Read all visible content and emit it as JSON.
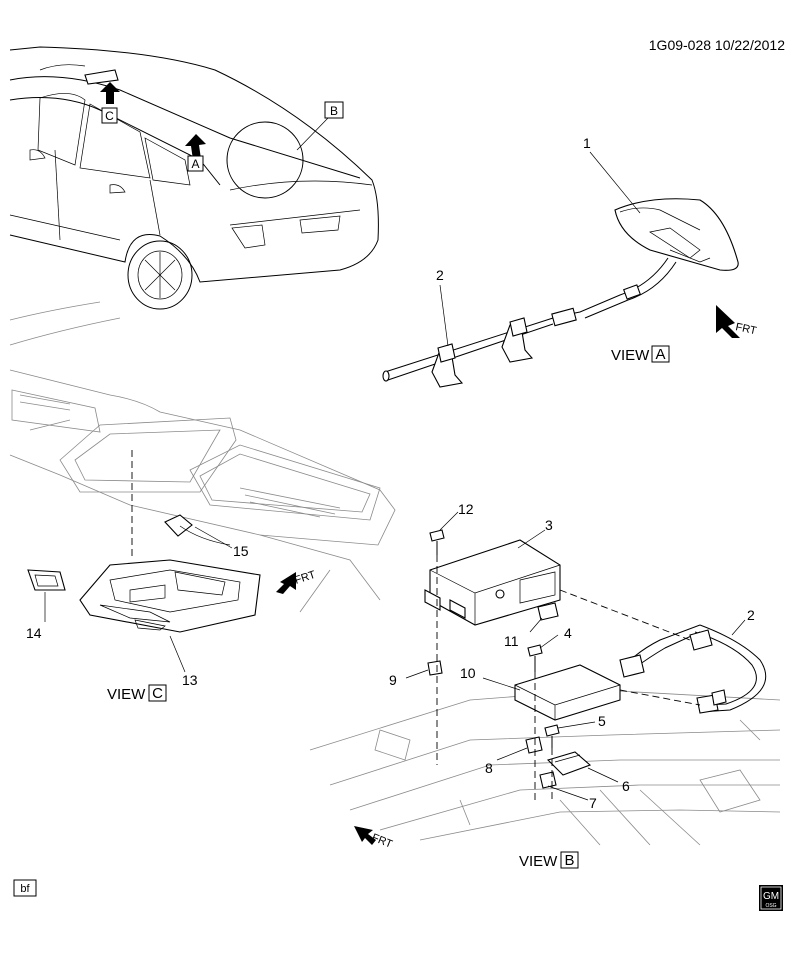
{
  "header": {
    "ref": "1G09-028  10/22/2012"
  },
  "footer": {
    "tag": "bf",
    "logo_top": "GM",
    "logo_bottom": "OSG"
  },
  "views": {
    "a": "VIEW",
    "a_box": "A",
    "b": "VIEW",
    "b_box": "B",
    "c": "VIEW",
    "c_box": "C"
  },
  "car_markers": {
    "a": "A",
    "b": "B",
    "c": "C"
  },
  "front_indicators": {
    "frt": "FRT"
  },
  "callouts": {
    "p1": "1",
    "p2": "2",
    "p2b": "2",
    "p3": "3",
    "p4": "4",
    "p5": "5",
    "p6": "6",
    "p7": "7",
    "p8": "8",
    "p9": "9",
    "p10": "10",
    "p11": "11",
    "p12": "12",
    "p13": "13",
    "p14": "14",
    "p15": "15"
  }
}
